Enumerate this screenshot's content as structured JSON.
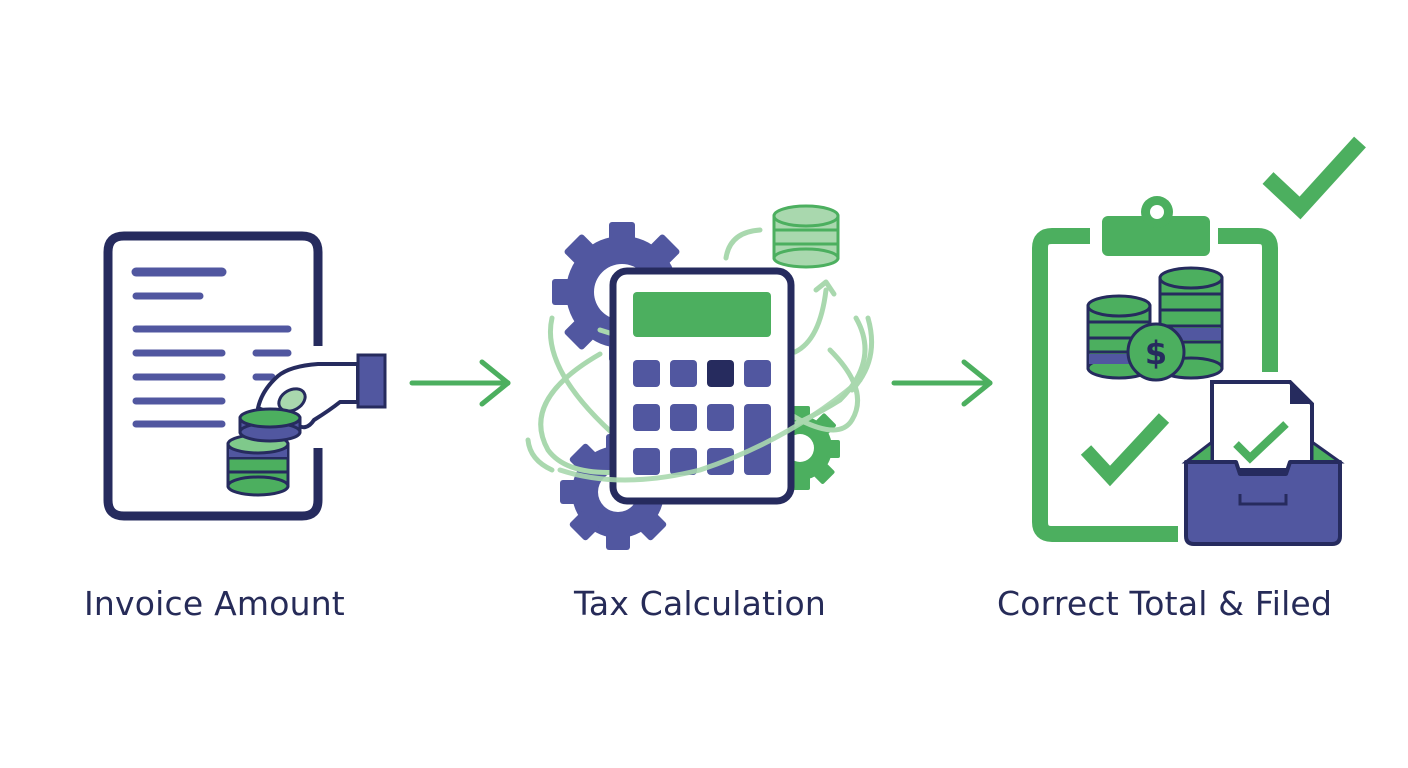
{
  "steps": [
    {
      "label": "Invoice Amount",
      "icon": "invoice-with-coins-icon"
    },
    {
      "label": "Tax Calculation",
      "icon": "calculator-with-gears-icon"
    },
    {
      "label": "Correct Total & Filed",
      "icon": "clipboard-checked-filed-icon"
    }
  ],
  "arrows": [
    {
      "from": "Invoice Amount",
      "to": "Tax Calculation",
      "icon": "arrow-right-icon"
    },
    {
      "from": "Tax Calculation",
      "to": "Correct Total & Filed",
      "icon": "arrow-right-icon"
    }
  ],
  "colors": {
    "navy": "#262b5e",
    "indigo": "#5157a0",
    "green": "#4caf5f",
    "light_green": "#a9d8ae",
    "text": "#262b58"
  }
}
